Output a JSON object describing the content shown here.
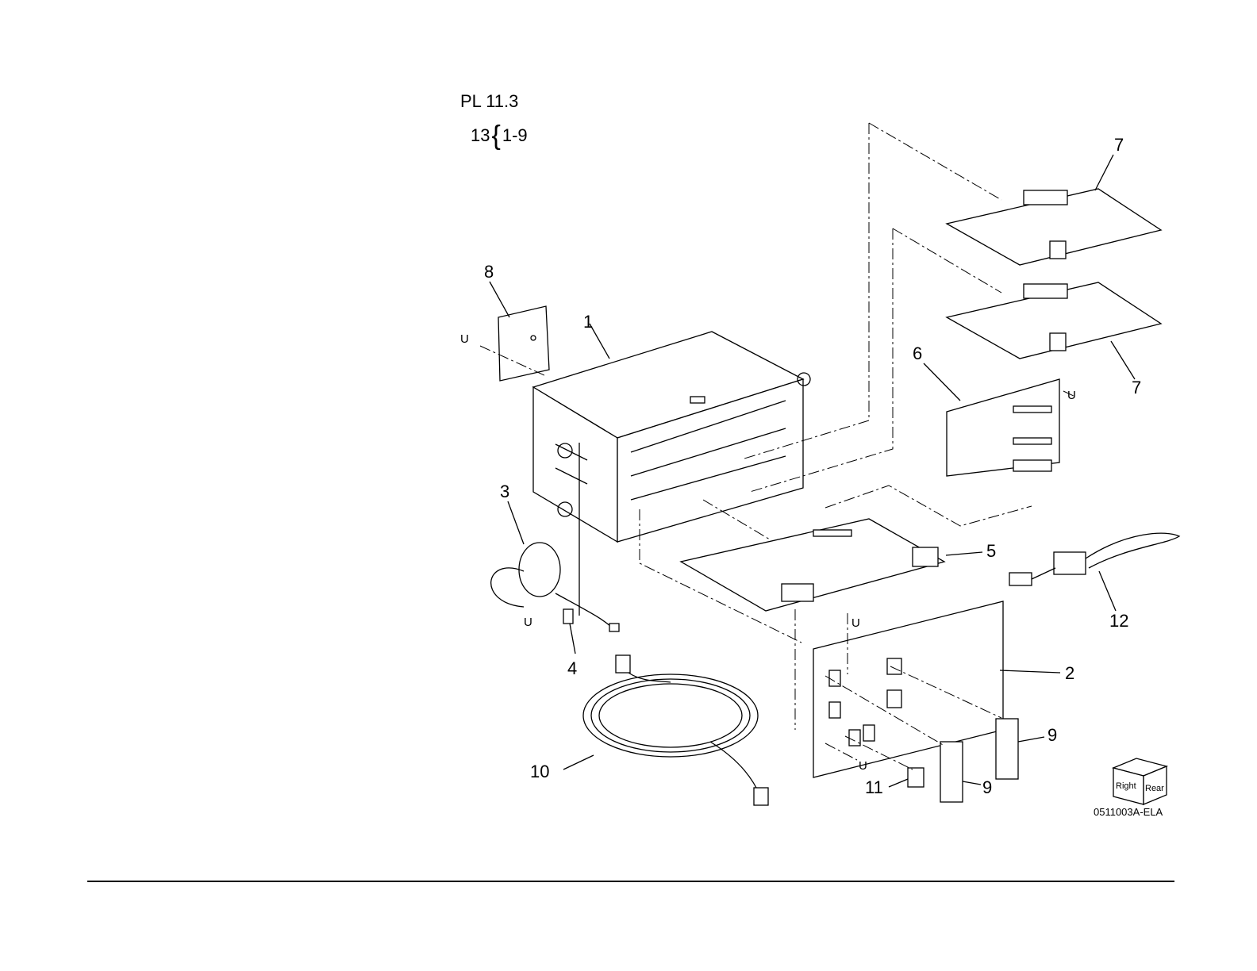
{
  "header": {
    "plate": "PL 11.3",
    "group_num": "13",
    "group_brace": "{",
    "group_range": "1-9"
  },
  "figure_code": "0511003A-ELA",
  "orientation": {
    "right": "Right",
    "rear": "Rear"
  },
  "callouts": [
    "1",
    "2",
    "3",
    "4",
    "5",
    "6",
    "7",
    "7",
    "8",
    "9",
    "9",
    "10",
    "11",
    "12"
  ],
  "u_marks": [
    "U",
    "U",
    "U",
    "U",
    "U"
  ]
}
